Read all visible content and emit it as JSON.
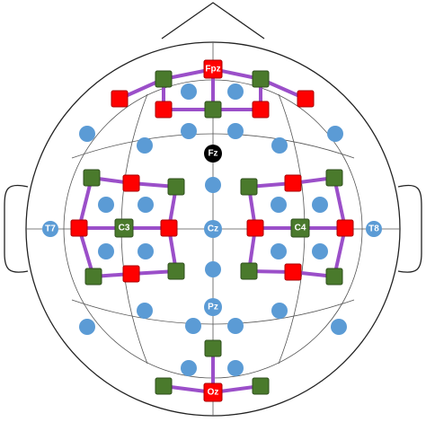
{
  "colors": {
    "outline": "#222222",
    "guide": "#555555",
    "optode_link": "#9b4fc9",
    "source": "#ff0000",
    "detector": "#4a7a2c",
    "eeg_electrode": "#5b9bd5",
    "reference": "#000000",
    "label_text": "#ffffff"
  },
  "labels": {
    "fpz": "Fpz",
    "fz": "Fz",
    "t7": "T7",
    "c3": "C3",
    "cz": "Cz",
    "c4": "C4",
    "t8": "T8",
    "pz": "Pz",
    "oz": "Oz"
  }
}
